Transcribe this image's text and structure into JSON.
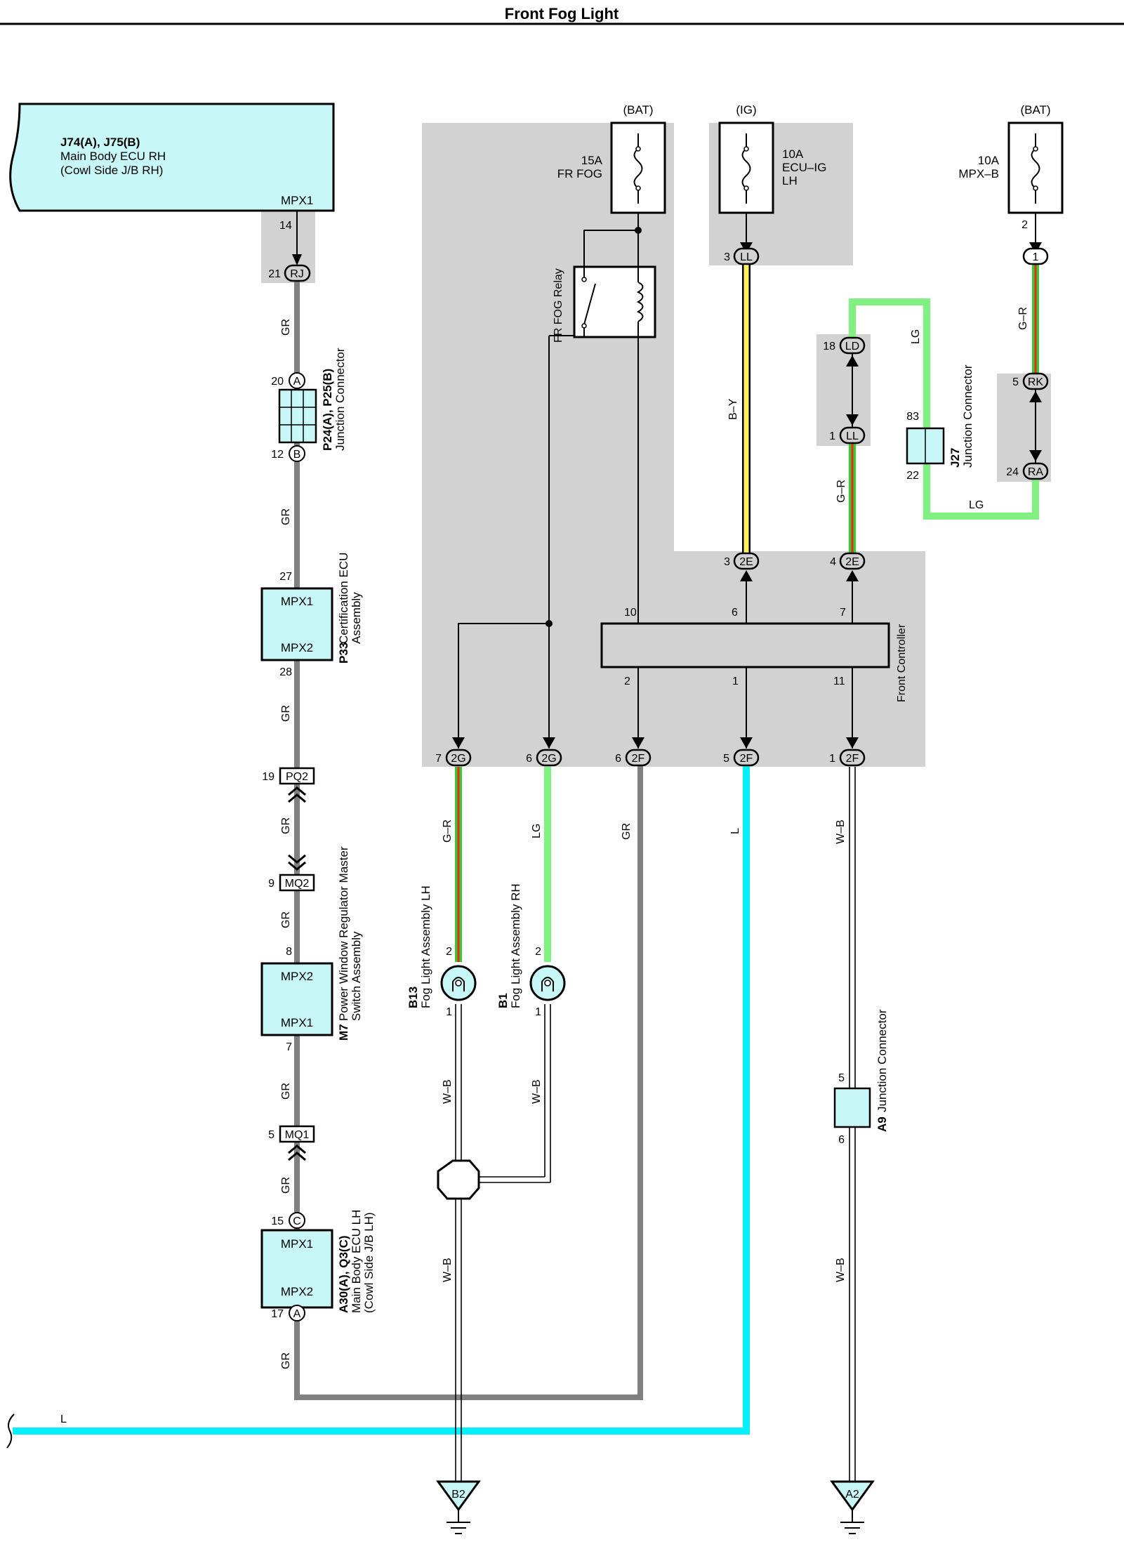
{
  "title": "Front Fog Light",
  "colors": {
    "shade": "#d2d2d2",
    "connector_fill": "#c8f7f8",
    "wire_gray": "#808080",
    "wire_cyan": "#00f0ff",
    "wire_light_green": "#80f080",
    "wire_green": "#2fcf2f",
    "wire_red": "#ff2020",
    "wire_yellow": "#fff060"
  },
  "power": {
    "bat1": "(BAT)",
    "ig": "(IG)",
    "bat2": "(BAT)",
    "fuse_fr_fog": [
      "15A",
      "FR FOG"
    ],
    "fuse_ecu_ig": [
      "10A",
      "ECU–IG",
      "LH"
    ],
    "fuse_mpx_b": [
      "10A",
      "MPX–B"
    ]
  },
  "relay_label": "FR FOG Relay",
  "front_controller": "Front Controller",
  "components": {
    "j74": {
      "code": "J74(A), J75(B)",
      "line1": "Main Body ECU RH",
      "line2": "(Cowl Side J/B RH)",
      "pin_label": "MPX1",
      "pin": "14"
    },
    "rj": {
      "pin": "21",
      "code": "RJ"
    },
    "p24": {
      "code": "P24(A), P25(B)",
      "name": "Junction Connector",
      "pin_a": "20",
      "a": "A",
      "pin_b": "12",
      "b": "B"
    },
    "p33": {
      "code": "P33",
      "line1": "Certification ECU",
      "line2": "Assembly",
      "top": "MPX1",
      "bottom": "MPX2",
      "pin_top": "27",
      "pin_bottom": "28"
    },
    "pq2": {
      "pin": "19",
      "code": "PQ2"
    },
    "mq2": {
      "pin": "9",
      "code": "MQ2"
    },
    "m7": {
      "code": "M7",
      "line1": "Power Window Regulator Master",
      "line2": "Switch Assembly",
      "top": "MPX2",
      "bottom": "MPX1",
      "pin_top": "8",
      "pin_bottom": "7"
    },
    "mq1": {
      "pin": "5",
      "code": "MQ1"
    },
    "a30": {
      "code": "A30(A), Q3(C)",
      "line1": "Main Body ECU LH",
      "line2": "(Cowl Side J/B LH)",
      "top": "MPX1",
      "bottom": "MPX2",
      "pin_c": "15",
      "c": "C",
      "pin_a": "17",
      "a": "A"
    },
    "b13": {
      "code": "B13",
      "name": "Fog Light Assembly LH",
      "pin_top": "2",
      "pin_bottom": "1"
    },
    "b1": {
      "code": "B1",
      "name": "Fog Light Assembly RH",
      "pin_top": "2",
      "pin_bottom": "1"
    },
    "j27": {
      "code": "J27",
      "name": "Junction Connector",
      "pin_top": "83",
      "pin_bottom": "22"
    },
    "a9": {
      "code": "A9",
      "name": "Junction Connector",
      "pin_top": "5",
      "pin_bottom": "6"
    }
  },
  "connectors": {
    "ll_top": {
      "pin": "3",
      "code": "LL"
    },
    "mpxb_pin": "2",
    "one": {
      "code": "1"
    },
    "ld": {
      "pin": "18",
      "code": "LD"
    },
    "ll_mid": {
      "pin": "1",
      "code": "LL"
    },
    "rk": {
      "pin": "5",
      "code": "RK"
    },
    "ra": {
      "pin": "24",
      "code": "RA"
    },
    "e2a": {
      "pin": "3",
      "code": "2E"
    },
    "e2b": {
      "pin": "4",
      "code": "2E"
    },
    "g2a": {
      "pin": "7",
      "code": "2G"
    },
    "g2b": {
      "pin": "6",
      "code": "2G"
    },
    "f2a": {
      "pin": "6",
      "code": "2F"
    },
    "f2b": {
      "pin": "5",
      "code": "2F"
    },
    "f2c": {
      "pin": "1",
      "code": "2F"
    }
  },
  "controller_pins": {
    "p10": "10",
    "p6": "6",
    "p7": "7",
    "p2": "2",
    "p1": "1",
    "p11": "11"
  },
  "wire_labels": {
    "gr": "GR",
    "by": "B–Y",
    "lg": "LG",
    "gr_red": "G–R",
    "wb": "W–B",
    "l": "L"
  },
  "grounds": {
    "b2": "B2",
    "a2": "A2"
  }
}
